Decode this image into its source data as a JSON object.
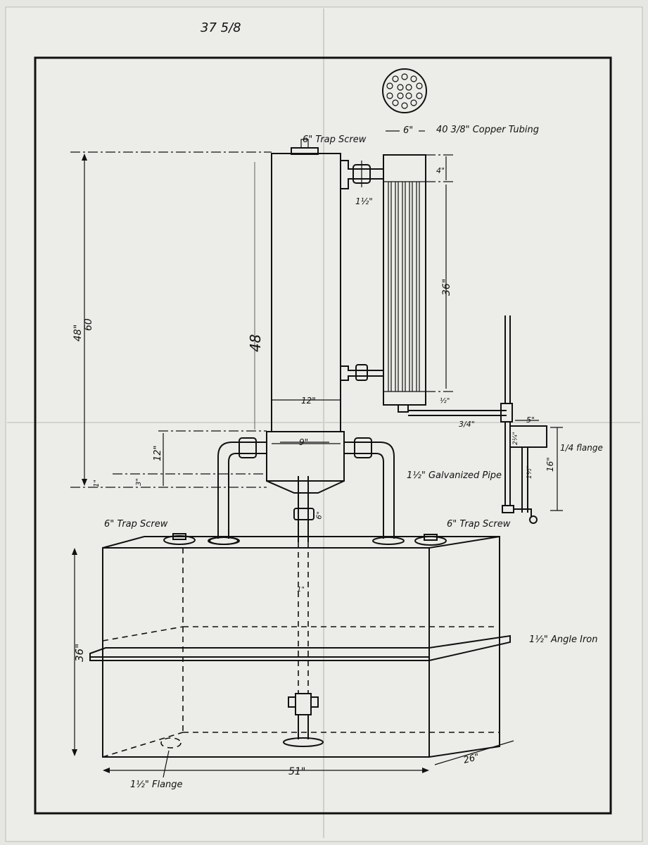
{
  "sheet": {
    "header_note": "37 5/8",
    "colors": {
      "paper": "#e6e6e2",
      "ink": "#111111"
    }
  },
  "labels": {
    "trap_screw_top": "6\" Trap Screw",
    "tubing_width": "6\"",
    "copper_tubing": "40  3/8\" Copper Tubing",
    "dim_4_in": "4\"",
    "dim_1_5_in": "1½\"",
    "dim_36_in_condenser": "36\"",
    "dim_48_in": "48\"",
    "dim_60_crossed": "60",
    "dim_48_pencil": "48",
    "dim_12_in_width": "12\"",
    "dim_9_in": "9\"",
    "dim_12_in_height": "12\"",
    "dim_3_in": "3\"",
    "dim_1_in": "1\"",
    "dim_half_in": "½\"",
    "dim_3_4_in": "3/4\"",
    "dim_5_in": "5\"",
    "dim_2_1_4_in": "2¼\"",
    "dim_1_1_2_in": "1½\"",
    "dim_16_in": "16\"",
    "flange_note": "1/4 flange",
    "galvanized_pipe": "1½\" Galvanized Pipe",
    "trap_screw_left": "6\" Trap Screw",
    "trap_screw_right": "6\" Trap Screw",
    "dim_1_in_tank": "1\"",
    "dim_36_in_tank": "36\"",
    "angle_iron": "1½\" Angle Iron",
    "flange_bottom": "1½\" Flange",
    "dim_51_in": "51\"",
    "dim_26_in": "26\"",
    "dim_6_small": "6\""
  }
}
